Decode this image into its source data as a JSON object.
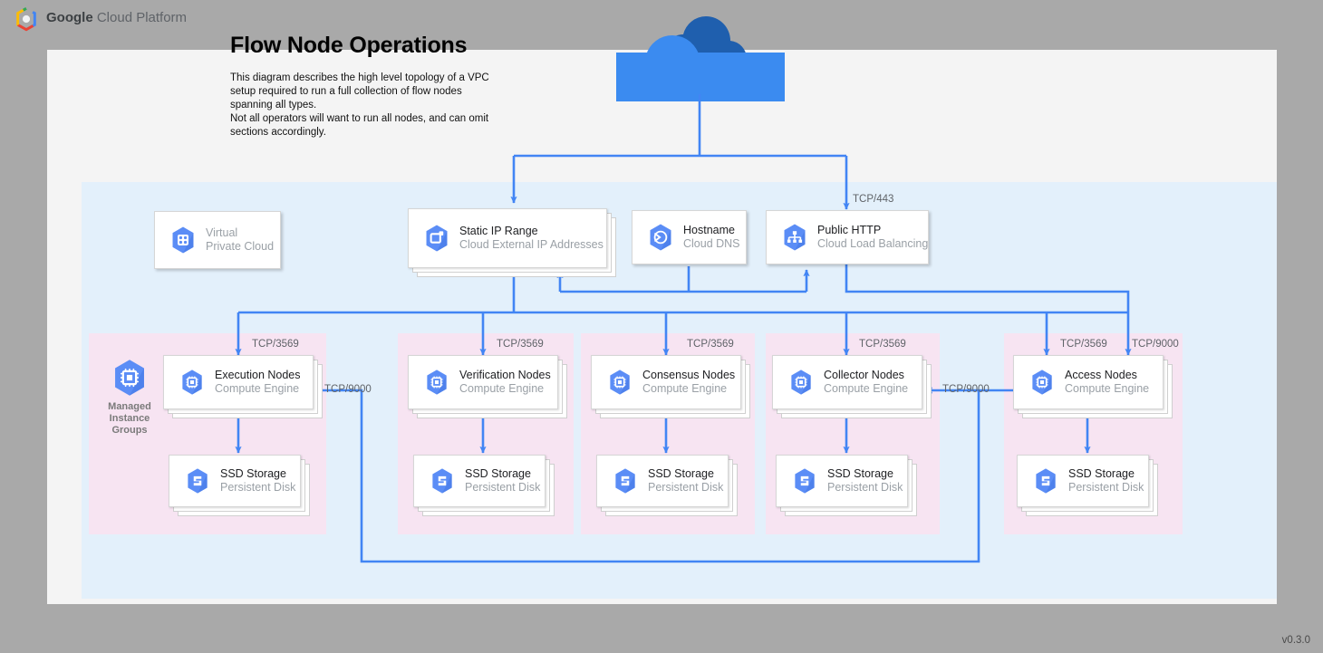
{
  "brand": {
    "bold": "Google",
    "rest": " Cloud Platform",
    "logo_icon": "gcp-hexagon-logo"
  },
  "header": {
    "title": "Flow Node Operations",
    "description": "This diagram describes the high level topology of a VPC setup required to run a full collection of flow nodes spanning all types.\nNot all operators will want to run all nodes, and can omit sections accordingly."
  },
  "colors": {
    "page_bg": "#a9a9a9",
    "canvas_bg": "#f4f4f4",
    "vpc_panel_bg": "#e3f0fb",
    "group_bg": "#f7e4f2",
    "wire": "#4285f4",
    "icon_blue": "#5b8df6",
    "cloud_light": "#3b8bf0",
    "cloud_dark": "#1f5fae",
    "muted_text": "#9aa0a6"
  },
  "cloud": {
    "name": "internet-cloud"
  },
  "top_row": [
    {
      "id": "vpc",
      "title": "Virtual",
      "subtitle": "Private Cloud",
      "icon": "virtual-private-cloud-icon",
      "style": "muted-single"
    },
    {
      "id": "static-ip",
      "title": "Static IP Range",
      "subtitle": "Cloud External IP Addresses",
      "icon": "external-ip-icon",
      "style": "stacked"
    },
    {
      "id": "hostname",
      "title": "Hostname",
      "subtitle": "Cloud DNS",
      "icon": "cloud-dns-icon",
      "style": "single"
    },
    {
      "id": "public-http",
      "title": "Public HTTP",
      "subtitle": "Cloud Load Balancing",
      "icon": "load-balancing-icon",
      "style": "single"
    }
  ],
  "mig": {
    "label": "Managed\nInstance\nGroups",
    "icon": "managed-instance-group-icon"
  },
  "groups": [
    {
      "id": "execution",
      "node_title": "Execution Nodes",
      "node_subtitle": "Compute Engine",
      "node_icon": "compute-engine-icon",
      "disk_title": "SSD Storage",
      "disk_subtitle": "Persistent Disk",
      "disk_icon": "persistent-disk-icon",
      "inbound_port": "TCP/3569"
    },
    {
      "id": "verification",
      "node_title": "Verification Nodes",
      "node_subtitle": "Compute Engine",
      "node_icon": "compute-engine-icon",
      "disk_title": "SSD Storage",
      "disk_subtitle": "Persistent Disk",
      "disk_icon": "persistent-disk-icon",
      "inbound_port": "TCP/3569"
    },
    {
      "id": "consensus",
      "node_title": "Consensus Nodes",
      "node_subtitle": "Compute Engine",
      "node_icon": "compute-engine-icon",
      "disk_title": "SSD Storage",
      "disk_subtitle": "Persistent Disk",
      "disk_icon": "persistent-disk-icon",
      "inbound_port": "TCP/3569"
    },
    {
      "id": "collector",
      "node_title": "Collector Nodes",
      "node_subtitle": "Compute Engine",
      "node_icon": "compute-engine-icon",
      "disk_title": "SSD Storage",
      "disk_subtitle": "Persistent Disk",
      "disk_icon": "persistent-disk-icon",
      "inbound_port": "TCP/3569"
    },
    {
      "id": "access",
      "node_title": "Access Nodes",
      "node_subtitle": "Compute Engine",
      "node_icon": "compute-engine-icon",
      "disk_title": "SSD Storage",
      "disk_subtitle": "Persistent Disk",
      "disk_icon": "persistent-disk-icon",
      "inbound_port": "TCP/3569"
    }
  ],
  "port_labels": {
    "lb_https": "TCP/443",
    "access_extra": "TCP/9000",
    "access_to_collector": "TCP/9000",
    "return_to_execution": "TCP/9000"
  },
  "footer": {
    "version": "v0.3.0"
  }
}
